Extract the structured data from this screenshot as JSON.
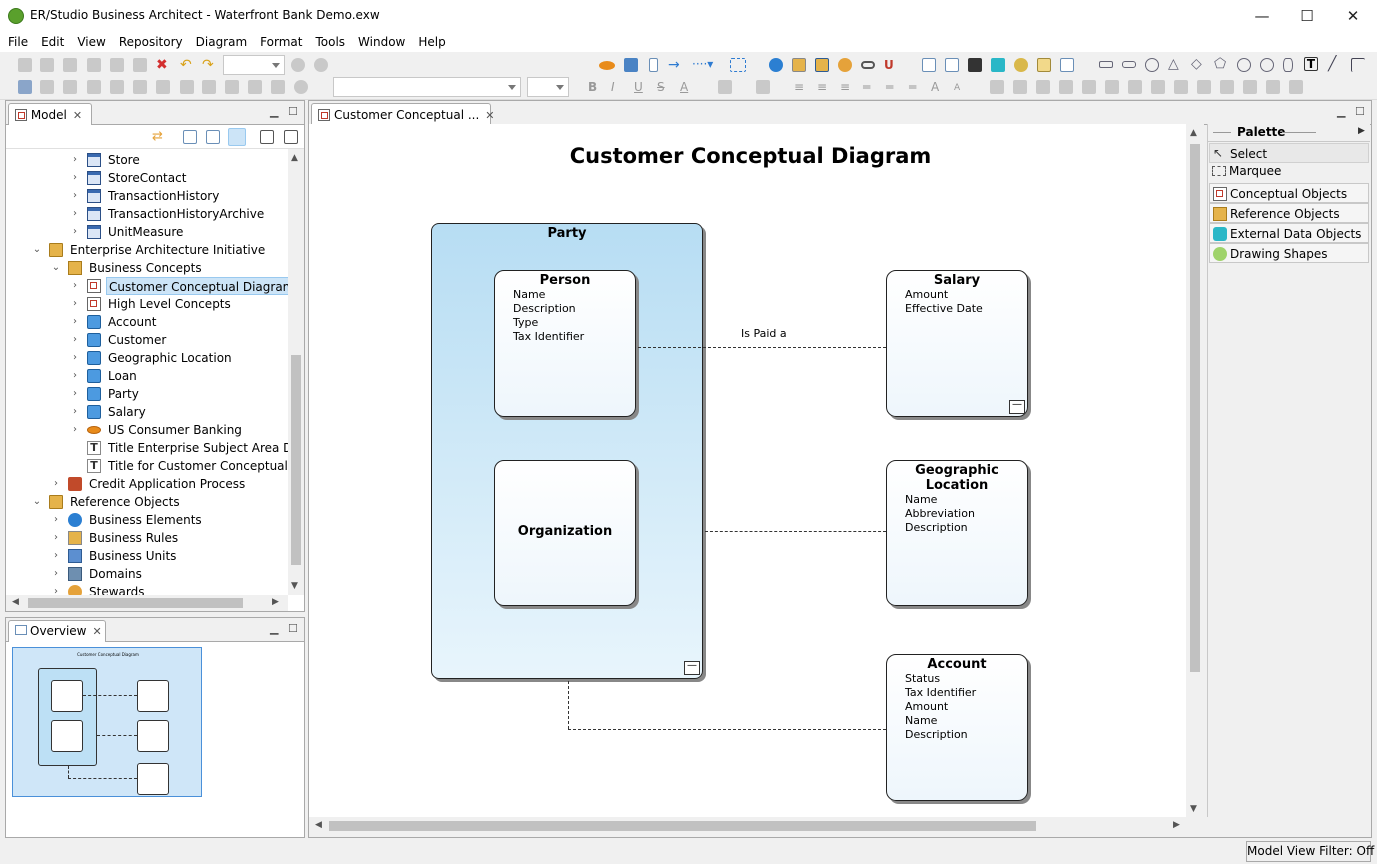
{
  "window": {
    "title": "ER/Studio Business Architect - Waterfront Bank Demo.exw",
    "minimize": "—",
    "maximize": "☐",
    "close": "✕"
  },
  "menu": [
    "File",
    "Edit",
    "View",
    "Repository",
    "Diagram",
    "Format",
    "Tools",
    "Window",
    "Help"
  ],
  "model_panel": {
    "tab_label": "Model",
    "tree": [
      {
        "label": "Store",
        "icon": "table-icon",
        "indent": 3,
        "chev": "right"
      },
      {
        "label": "StoreContact",
        "icon": "table-icon",
        "indent": 3,
        "chev": "right"
      },
      {
        "label": "TransactionHistory",
        "icon": "table-icon",
        "indent": 3,
        "chev": "right"
      },
      {
        "label": "TransactionHistoryArchive",
        "icon": "table-icon",
        "indent": 3,
        "chev": "right"
      },
      {
        "label": "UnitMeasure",
        "icon": "table-icon",
        "indent": 3,
        "chev": "right"
      },
      {
        "label": "Enterprise Architecture Initiative",
        "icon": "folder-icon",
        "indent": 1,
        "chev": "down"
      },
      {
        "label": "Business Concepts",
        "icon": "concepts-folder-icon",
        "indent": 2,
        "chev": "down"
      },
      {
        "label": "Customer Conceptual Diagram",
        "icon": "diagram-icon",
        "indent": 3,
        "chev": "right",
        "selected": true
      },
      {
        "label": "High Level Concepts",
        "icon": "diagram-icon",
        "indent": 3,
        "chev": "right"
      },
      {
        "label": "Account",
        "icon": "entity-icon",
        "indent": 3,
        "chev": "right"
      },
      {
        "label": "Customer",
        "icon": "entity-icon",
        "indent": 3,
        "chev": "right"
      },
      {
        "label": "Geographic Location",
        "icon": "entity-icon",
        "indent": 3,
        "chev": "right"
      },
      {
        "label": "Loan",
        "icon": "entity-icon",
        "indent": 3,
        "chev": "right"
      },
      {
        "label": "Party",
        "icon": "entity-icon",
        "indent": 3,
        "chev": "right"
      },
      {
        "label": "Salary",
        "icon": "entity-icon",
        "indent": 3,
        "chev": "right"
      },
      {
        "label": "US Consumer Banking",
        "icon": "ellipse-icon",
        "indent": 3,
        "chev": "right"
      },
      {
        "label": "Title Enterprise Subject Area Diagr",
        "icon": "text-icon",
        "indent": 3,
        "chev": ""
      },
      {
        "label": "Title for Customer Conceptual Dia",
        "icon": "text-icon",
        "indent": 3,
        "chev": ""
      },
      {
        "label": "Credit Application Process",
        "icon": "process-icon",
        "indent": 2,
        "chev": "right"
      },
      {
        "label": "Reference Objects",
        "icon": "books-icon",
        "indent": 1,
        "chev": "down"
      },
      {
        "label": "Business Elements",
        "icon": "globe-icon",
        "indent": 2,
        "chev": "right"
      },
      {
        "label": "Business Rules",
        "icon": "rules-icon",
        "indent": 2,
        "chev": "right"
      },
      {
        "label": "Business Units",
        "icon": "units-icon",
        "indent": 2,
        "chev": "right"
      },
      {
        "label": "Domains",
        "icon": "domains-icon",
        "indent": 2,
        "chev": "right"
      },
      {
        "label": "Stewards",
        "icon": "stewards-icon",
        "indent": 2,
        "chev": "right"
      }
    ]
  },
  "overview_panel": {
    "tab_label": "Overview",
    "thumb_title": "Customer Conceptual Diagram"
  },
  "editor": {
    "tab_label": "Customer Conceptual ...",
    "diagram_title": "Customer Conceptual Diagram",
    "party": {
      "title": "Party"
    },
    "person": {
      "title": "Person",
      "attributes": [
        "Name",
        "Description",
        "Type",
        "Tax Identifier"
      ]
    },
    "organization": {
      "title": "Organization"
    },
    "salary": {
      "title": "Salary",
      "attributes": [
        "Amount",
        "Effective Date"
      ]
    },
    "geo": {
      "title": "Geographic Location",
      "attributes": [
        "Name",
        "Abbreviation",
        "Description"
      ]
    },
    "account": {
      "title": "Account",
      "attributes": [
        "Status",
        "Tax Identifier",
        "Amount",
        "Name",
        "Description"
      ]
    },
    "relationship_label": "Is Paid a"
  },
  "palette": {
    "title": "Palette",
    "items": [
      {
        "label": "Select",
        "icon": "arrow-icon"
      },
      {
        "label": "Marquee",
        "icon": "marquee-icon"
      },
      {
        "label": "Conceptual Objects",
        "icon": "conceptual-icon"
      },
      {
        "label": "Reference Objects",
        "icon": "books-icon"
      },
      {
        "label": "External Data Objects",
        "icon": "external-data-icon"
      },
      {
        "label": "Drawing Shapes",
        "icon": "shapes-icon"
      }
    ]
  },
  "status": {
    "filter": "Model View Filter: Off"
  }
}
